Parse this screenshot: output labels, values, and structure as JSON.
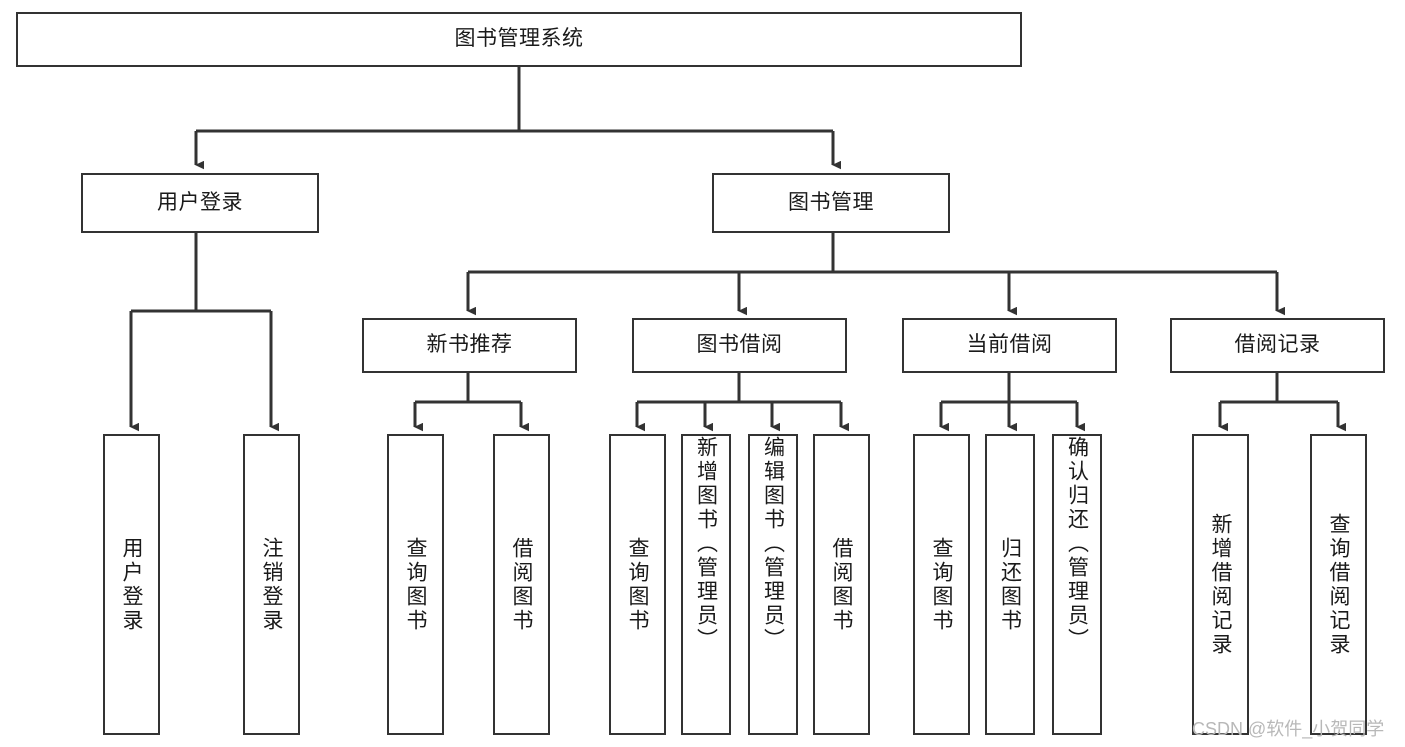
{
  "diagram": {
    "type": "tree-hierarchy",
    "title": "图书管理系统",
    "watermark": "CSDN @软件_小贺同学",
    "colors": {
      "box_border": "#333333",
      "box_fill": "#ffffff",
      "connector": "#333333",
      "text": "#1a1a1a",
      "watermark": "#b8b8b8",
      "background": "#ffffff"
    },
    "root": {
      "label": "图书管理系统",
      "orientation": "horizontal"
    },
    "level2": [
      {
        "label": "用户登录",
        "orientation": "horizontal"
      },
      {
        "label": "图书管理",
        "orientation": "horizontal"
      }
    ],
    "level3": [
      {
        "label": "新书推荐",
        "orientation": "horizontal"
      },
      {
        "label": "图书借阅",
        "orientation": "horizontal"
      },
      {
        "label": "当前借阅",
        "orientation": "horizontal"
      },
      {
        "label": "借阅记录",
        "orientation": "horizontal"
      }
    ],
    "leaves": {
      "user_login": [
        {
          "label": "用户登录",
          "orientation": "vertical"
        },
        {
          "label": "注销登录",
          "orientation": "vertical"
        }
      ],
      "new_book_recommend": [
        {
          "label": "查询图书",
          "orientation": "vertical"
        },
        {
          "label": "借阅图书",
          "orientation": "vertical"
        }
      ],
      "book_borrow": [
        {
          "label": "查询图书",
          "orientation": "vertical"
        },
        {
          "label": "新增图书（管理员）",
          "orientation": "vertical"
        },
        {
          "label": "编辑图书（管理员）",
          "orientation": "vertical"
        },
        {
          "label": "借阅图书",
          "orientation": "vertical"
        }
      ],
      "current_borrow": [
        {
          "label": "查询图书",
          "orientation": "vertical"
        },
        {
          "label": "归还图书",
          "orientation": "vertical"
        },
        {
          "label": "确认归还（管理员）",
          "orientation": "vertical"
        }
      ],
      "borrow_record": [
        {
          "label": "新增借阅记录",
          "orientation": "vertical"
        },
        {
          "label": "查询借阅记录",
          "orientation": "vertical"
        }
      ]
    }
  }
}
